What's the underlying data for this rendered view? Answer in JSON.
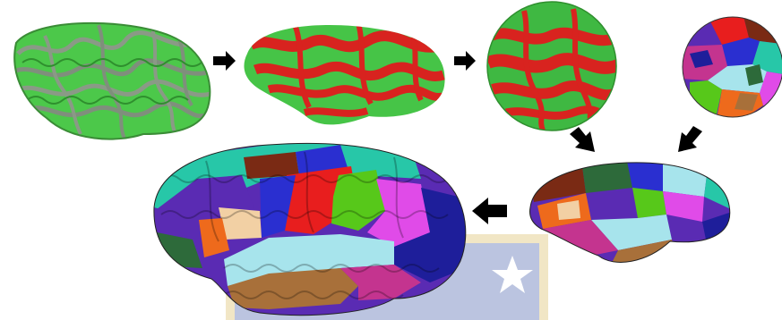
{
  "colors": {
    "background": "#ffffff",
    "cortex_green": "#4cc84a",
    "cortex_gray": "#8a9a86",
    "curvature_red": "#d8231f",
    "curvature_green": "#46c447",
    "arrow": "#000000",
    "watermark_gold": "#d9b85c",
    "watermark_blue": "#3e5aa8",
    "parcel_teal": "#27c7a8",
    "parcel_purple": "#5a2bb3",
    "parcel_blue": "#2a2fd0",
    "parcel_red": "#e81e1e",
    "parcel_lime": "#57c81a",
    "parcel_magenta": "#e04be8",
    "parcel_navy": "#1e1e9a",
    "parcel_lightblue": "#a7e4ec",
    "parcel_brown": "#a8703a",
    "parcel_orange": "#ee6a1c",
    "parcel_peach": "#f2d0a4",
    "parcel_darkbrown": "#7a2a14",
    "parcel_darkgreen": "#2d6a3a",
    "parcel_pink": "#c4348f"
  },
  "stages": [
    {
      "name": "pial-surface",
      "icon": "folded-brain"
    },
    {
      "name": "inflated-surface",
      "icon": "inflated-brain"
    },
    {
      "name": "spherical-surface",
      "icon": "sphere"
    },
    {
      "name": "atlas-sphere",
      "icon": "parcellated-sphere"
    },
    {
      "name": "labeled-inflated-surface",
      "icon": "parcellated-inflated-brain"
    },
    {
      "name": "labeled-pial-surface",
      "icon": "parcellated-brain"
    }
  ],
  "arrows": [
    {
      "name": "arrow-pial-to-inflated",
      "direction": "right"
    },
    {
      "name": "arrow-inflated-to-sphere",
      "direction": "right"
    },
    {
      "name": "arrow-sphere-to-inflated-labels",
      "direction": "down-right"
    },
    {
      "name": "arrow-atlas-to-inflated-labels",
      "direction": "down-left"
    },
    {
      "name": "arrow-inflated-labels-to-pial-labels",
      "direction": "left"
    }
  ]
}
